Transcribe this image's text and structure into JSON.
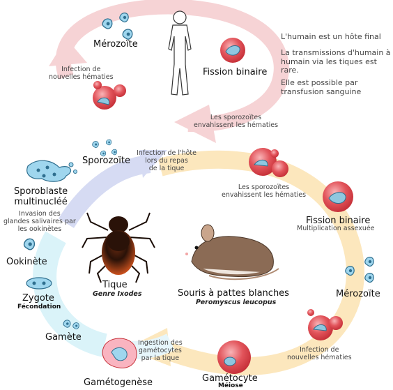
{
  "human_cycle": {
    "merozoite": "Mérozoïte",
    "binary_fission": "Fission binaire",
    "infection_new_rbc": [
      "Infection de",
      "nouvelles hématies"
    ],
    "sporozoites_invade": [
      "Les sporozoïtes",
      "envahissent les hématies"
    ]
  },
  "human_notes": [
    "L'humain est un hôte final",
    "La transmissions d'humain à humain via les tiques est rare.",
    "Elle est possible par transfusion sanguine"
  ],
  "tick_cycle": {
    "sporozoite": "Sporozoïte",
    "host_infection": [
      "Infection de l'hôte",
      "lors du repas",
      "de la tique"
    ],
    "sporoblast": [
      "Sporoblaste",
      "multinucléé"
    ],
    "gland_invasion": [
      "Invasion des",
      "glandes salivaires par",
      "les ookinètes"
    ],
    "ookinete": "Ookinète",
    "zygote": "Zygote",
    "fertilization": "Fécondation",
    "gamete": "Gamète",
    "gametogenesis": "Gamétogenèse",
    "gametocyte_ingestion": [
      "Ingestion des",
      "gamétocytes",
      "par la tique"
    ],
    "tick": "Tique",
    "tick_genus": "Genre Ixodes"
  },
  "mouse_cycle": {
    "sporozoites_invade": [
      "Les sporozoïtes",
      "envahissent les hématies"
    ],
    "binary_fission": "Fission binaire",
    "asexual": "Multiplication assexuée",
    "merozoite": "Mérozoïte",
    "infection_new_rbc": [
      "Infection de",
      "nouvelles hématies"
    ],
    "gametocyte": "Gamétocyte",
    "meiosis": "Méiose",
    "mouse": "Souris à pattes blanches",
    "mouse_species": "Peromyscus leucopus"
  },
  "colors": {
    "human_arrow": "#f4c9cc",
    "tick_arrow_blue": "#cdd3f0",
    "tick_arrow_cyan": "#c9eef7",
    "mouse_arrow": "#fbe3b4",
    "rbc": "#e0474f",
    "parasite": "#5aa6c8",
    "tick_body": "#d9531e"
  }
}
